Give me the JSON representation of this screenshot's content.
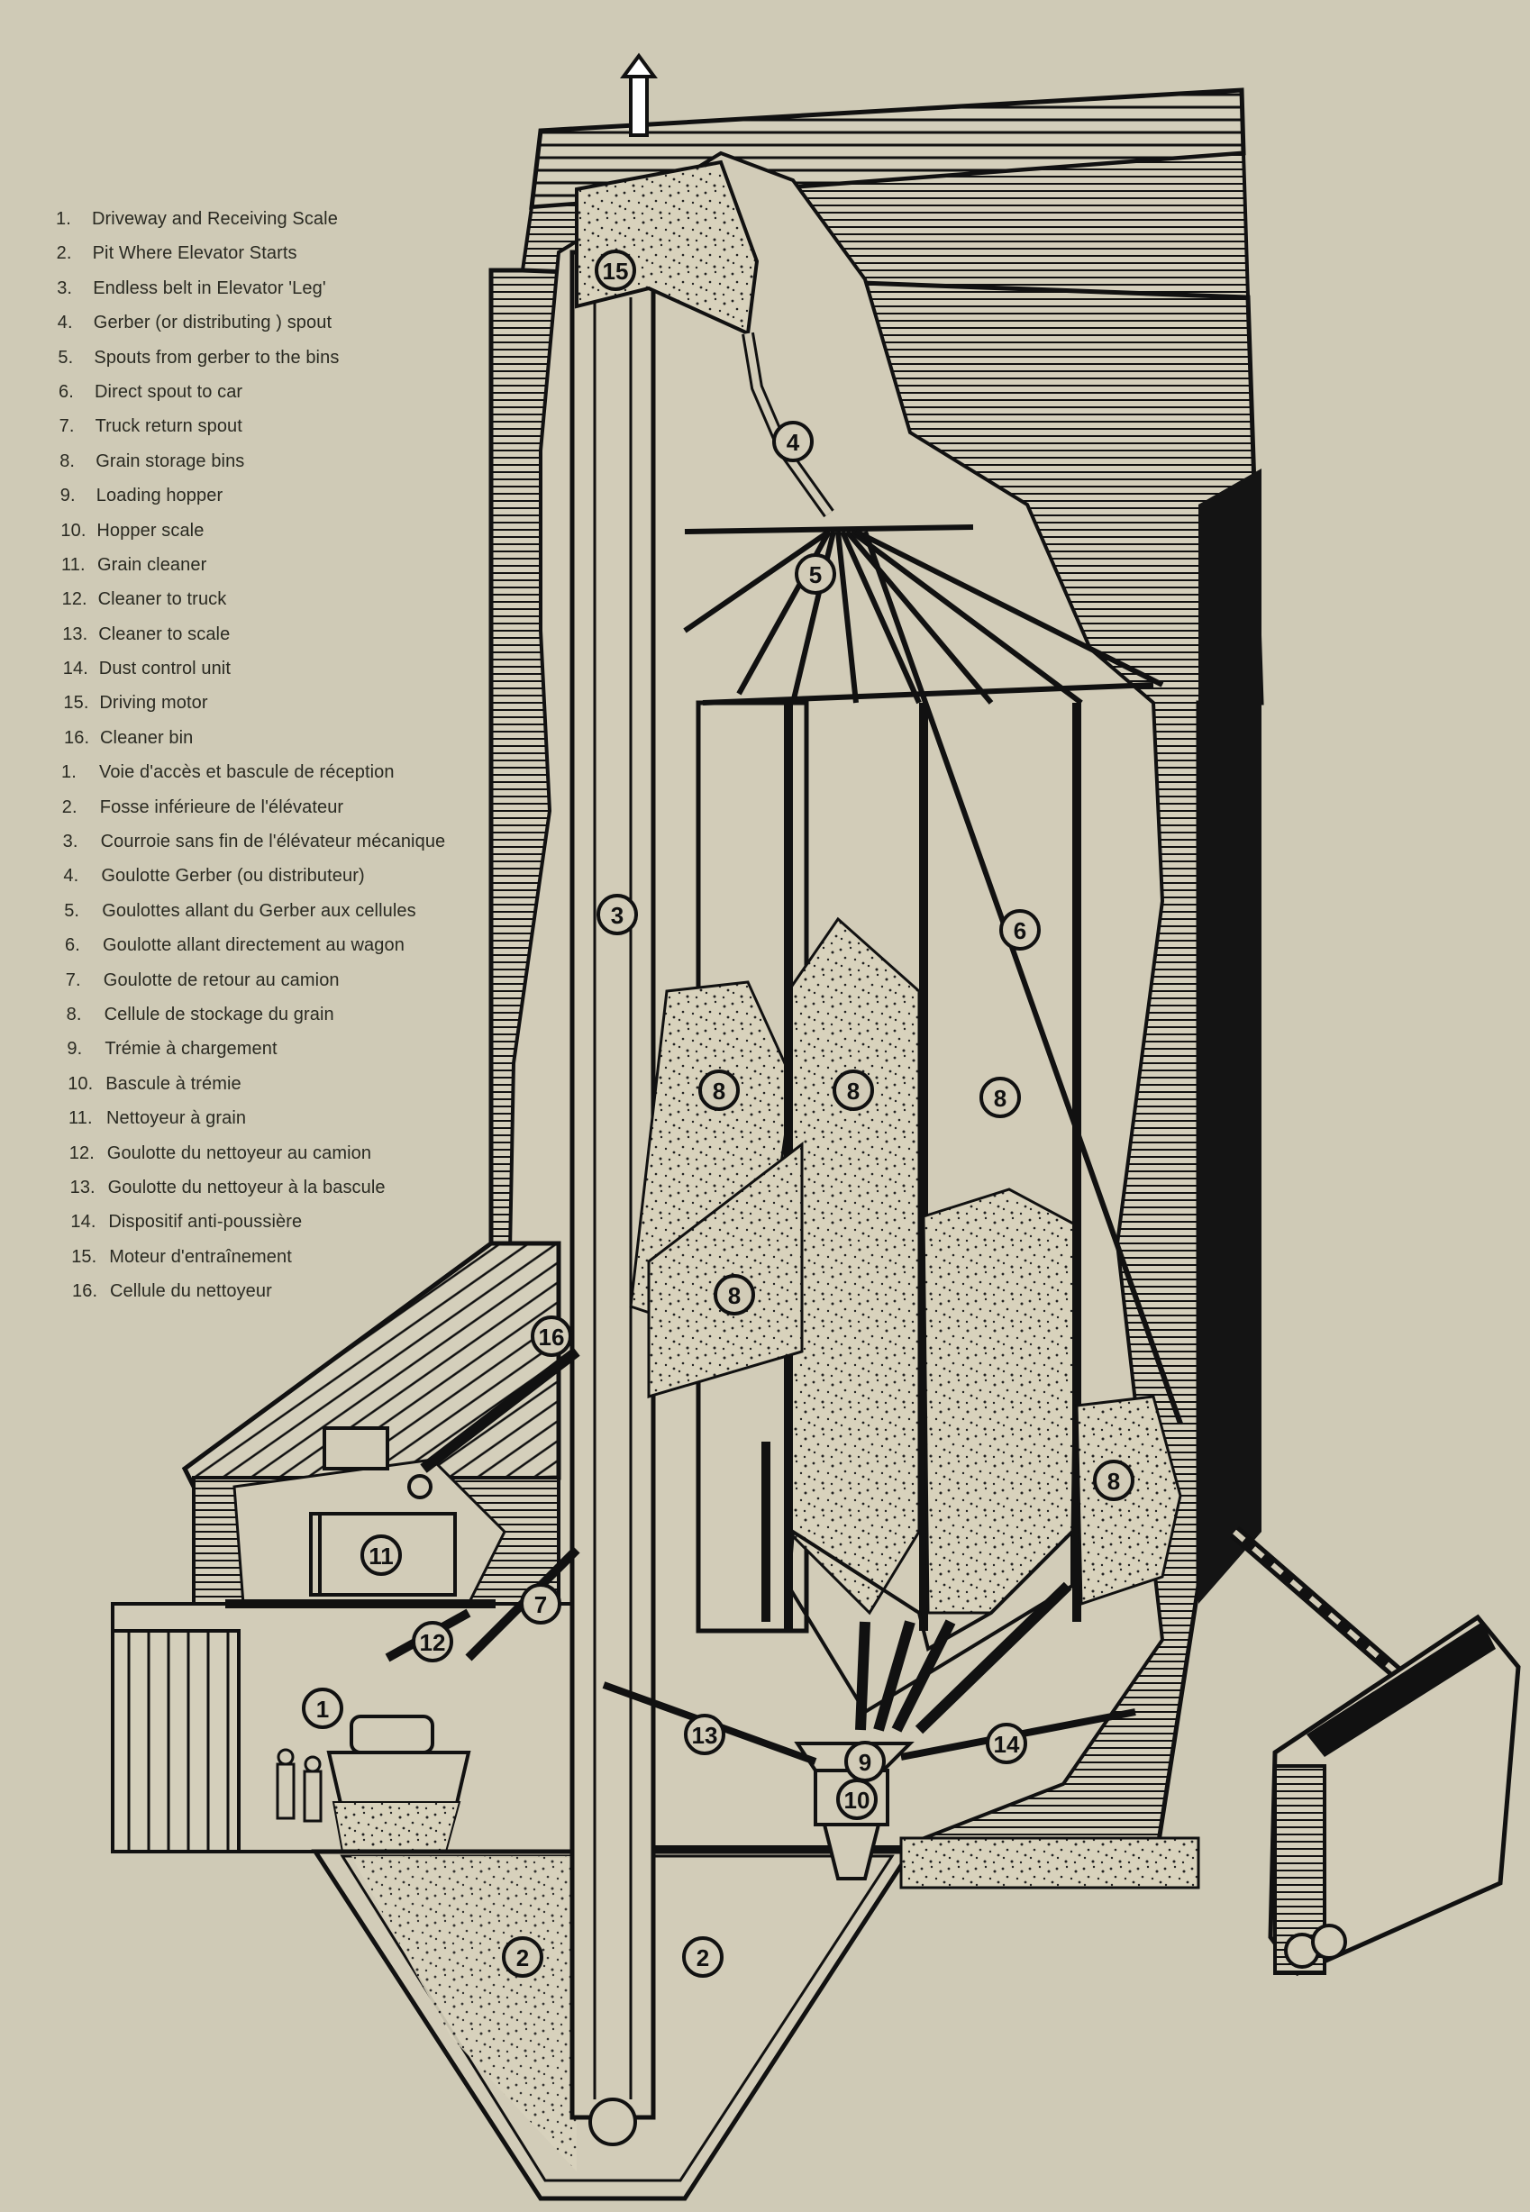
{
  "legend": {
    "english": [
      {
        "num": "1.",
        "label": "Driveway and Receiving Scale"
      },
      {
        "num": "2.",
        "label": "Pit Where Elevator Starts"
      },
      {
        "num": "3.",
        "label": "Endless belt in Elevator 'Leg'"
      },
      {
        "num": "4.",
        "label": "Gerber (or distributing ) spout"
      },
      {
        "num": "5.",
        "label": "Spouts from gerber to the bins"
      },
      {
        "num": "6.",
        "label": "Direct spout to car"
      },
      {
        "num": "7.",
        "label": "Truck return spout"
      },
      {
        "num": "8.",
        "label": "Grain storage bins"
      },
      {
        "num": "9.",
        "label": "Loading hopper"
      },
      {
        "num": "10.",
        "label": "Hopper scale"
      },
      {
        "num": "11.",
        "label": "Grain cleaner"
      },
      {
        "num": "12.",
        "label": "Cleaner to truck"
      },
      {
        "num": "13.",
        "label": "Cleaner to scale"
      },
      {
        "num": "14.",
        "label": "Dust control unit"
      },
      {
        "num": "15.",
        "label": "Driving motor"
      },
      {
        "num": "16.",
        "label": "Cleaner bin"
      }
    ],
    "french": [
      {
        "num": "1.",
        "label": "Voie d'accès et bascule de réception"
      },
      {
        "num": "2.",
        "label": "Fosse inférieure de l'élévateur"
      },
      {
        "num": "3.",
        "label": "Courroie sans fin de l'élévateur mécanique"
      },
      {
        "num": "4.",
        "label": "Goulotte Gerber (ou distributeur)"
      },
      {
        "num": "5.",
        "label": "Goulottes allant du Gerber aux cellules"
      },
      {
        "num": "6.",
        "label": "Goulotte allant directement au wagon"
      },
      {
        "num": "7.",
        "label": "Goulotte de retour au camion"
      },
      {
        "num": "8.",
        "label": "Cellule de stockage du grain"
      },
      {
        "num": "9.",
        "label": "Trémie à chargement"
      },
      {
        "num": "10.",
        "label": "Bascule à trémie"
      },
      {
        "num": "11.",
        "label": "Nettoyeur à grain"
      },
      {
        "num": "12.",
        "label": "Goulotte du nettoyeur au camion"
      },
      {
        "num": "13.",
        "label": "Goulotte du nettoyeur à la bascule"
      },
      {
        "num": "14.",
        "label": "Dispositif anti-poussière"
      },
      {
        "num": "15.",
        "label": "Moteur d'entraînement"
      },
      {
        "num": "16.",
        "label": "Cellule du nettoyeur"
      }
    ]
  },
  "callouts": [
    "1",
    "2",
    "2",
    "3",
    "4",
    "5",
    "6",
    "7",
    "8",
    "8",
    "8",
    "8",
    "8",
    "9",
    "10",
    "11",
    "12",
    "13",
    "14",
    "15",
    "16"
  ],
  "colors": {
    "paper": "#cfcab6",
    "ink": "#111111",
    "text": "#2a2a22",
    "grain": "#d8d2bc"
  }
}
